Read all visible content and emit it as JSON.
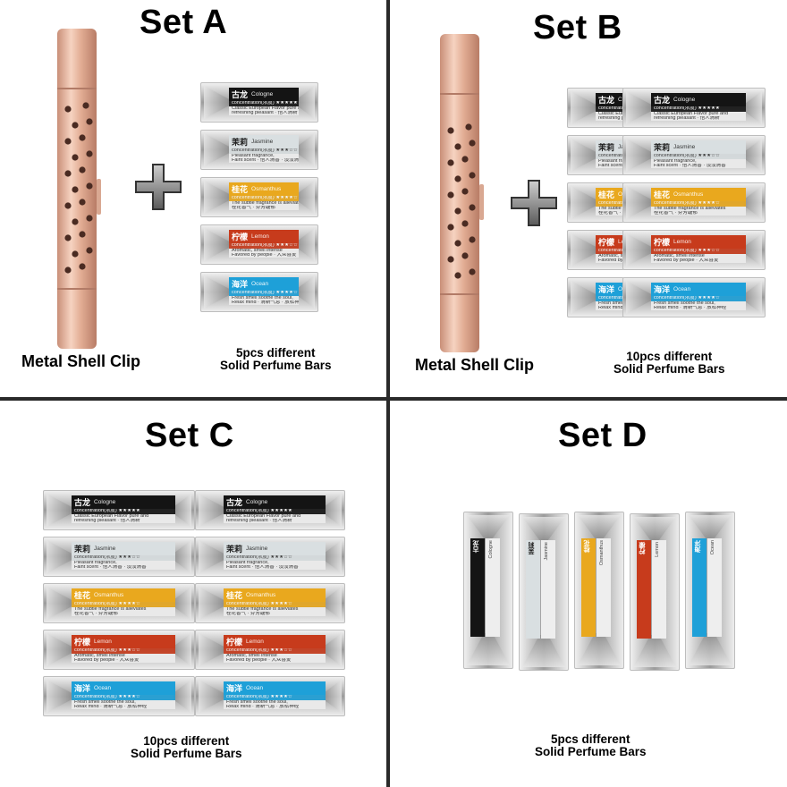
{
  "sets": {
    "a": {
      "title": "Set A",
      "left_caption": "Metal Shell Clip",
      "right_caption_1": "5pcs different",
      "right_caption_2": "Solid Perfume Bars"
    },
    "b": {
      "title": "Set B",
      "left_caption": "Metal Shell Clip",
      "right_caption_1": "10pcs different",
      "right_caption_2": "Solid Perfume Bars"
    },
    "c": {
      "title": "Set C",
      "caption_1": "10pcs different",
      "caption_2": "Solid Perfume Bars"
    },
    "d": {
      "title": "Set D",
      "caption_1": "5pcs different",
      "caption_2": "Solid Perfume Bars"
    }
  },
  "packets": [
    {
      "cn": "古龙",
      "en": "Cologne",
      "stars": "★★★★★",
      "color": "#141414",
      "line1": "concentration(浓度) ★★★★★",
      "line2": "Classic European Flavor pure and",
      "line3": "refreshing pleasant  · 怡人清新"
    },
    {
      "cn": "茉莉",
      "en": "Jasmine",
      "stars": "★★★☆☆",
      "color": "#d9dfe1",
      "line1": "concentration(浓度) ★★★☆☆",
      "line2": "Pleasant fragrance,",
      "line3": "Faint scent  · 怡人清香 · 淡淡清香"
    },
    {
      "cn": "桂花",
      "en": "Osmanthus",
      "stars": "★★★★☆",
      "color": "#e9a81e",
      "line1": "concentration(浓度) ★★★★☆",
      "line2": "The subtle fragrance is alleviates",
      "line3": "桂花香气 · 芬芳馥郁"
    },
    {
      "cn": "柠檬",
      "en": "Lemon",
      "stars": "★★★☆☆",
      "color": "#c73b1c",
      "line1": "concentration(浓度) ★★★☆☆",
      "line2": "Aromatic, smell intense",
      "line3": "Favored by people · 大众喜爱"
    },
    {
      "cn": "海洋",
      "en": "Ocean",
      "stars": "★★★★☆",
      "color": "#1ea0d8",
      "line1": "concentration(浓度) ★★★★☆",
      "line2": "Fresh smell soothe the soul,",
      "line3": "Relax mind  · 清新气息 · 放松神经"
    }
  ]
}
